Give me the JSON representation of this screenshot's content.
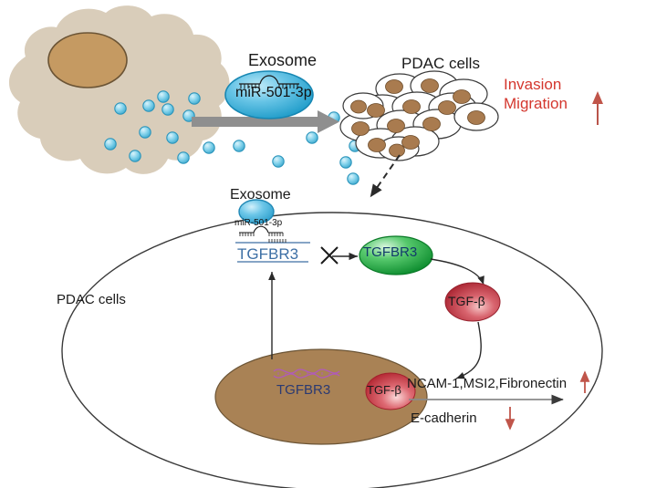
{
  "figure": {
    "title": "Exosomal miR-501-3p / TGFBR3 / TGF-beta signalling schematic in PDAC",
    "colors": {
      "donor_cell_fill": "#d9cdba",
      "donor_nucleus_fill": "#c59a62",
      "exosome_blue": "#4ab4dd",
      "vesicle_blue": "#6cc7e5",
      "gray_arrow": "#8f8f8f",
      "pdac_cell_nucleus": "#a97b4f",
      "green_protein": "#19a03a",
      "red_protein": "#c0303f",
      "nucleus_brown": "#a98255",
      "mrna_blue_text": "#3d6fa5",
      "dna_helix_purple": "#b05bb8",
      "invasion_red": "#d4372e",
      "membrane_stroke": "#3a3a3a"
    }
  },
  "top_section": {
    "exosome_label": "Exosome",
    "exosome_cargo": "miR-501-3p",
    "pdac_label": "PDAC cells",
    "outcomes": {
      "line1": "Invasion",
      "line2": "Migration",
      "direction": "up"
    },
    "transfer_arrow": "gray-right-arrow",
    "uptake_arrow": "dashed-down-left-arrow"
  },
  "cell_section": {
    "cell_label": "PDAC cells",
    "exosome_label": "Exosome",
    "exosome_cargo": "miR-501-3p",
    "target_mrna": "TGFBR3",
    "inhibition_mark": "X",
    "protein_green": "TGFBR3",
    "protein_red_membrane": "TGF-β",
    "protein_red_nucleus": "TGF-β",
    "nucleus_gene": "TGFBR3",
    "downstream": {
      "upregulated": "NCAM-1,MSI2,Fibronectin",
      "upregulated_direction": "up",
      "downregulated": "E-cadherin",
      "downregulated_direction": "down"
    }
  }
}
